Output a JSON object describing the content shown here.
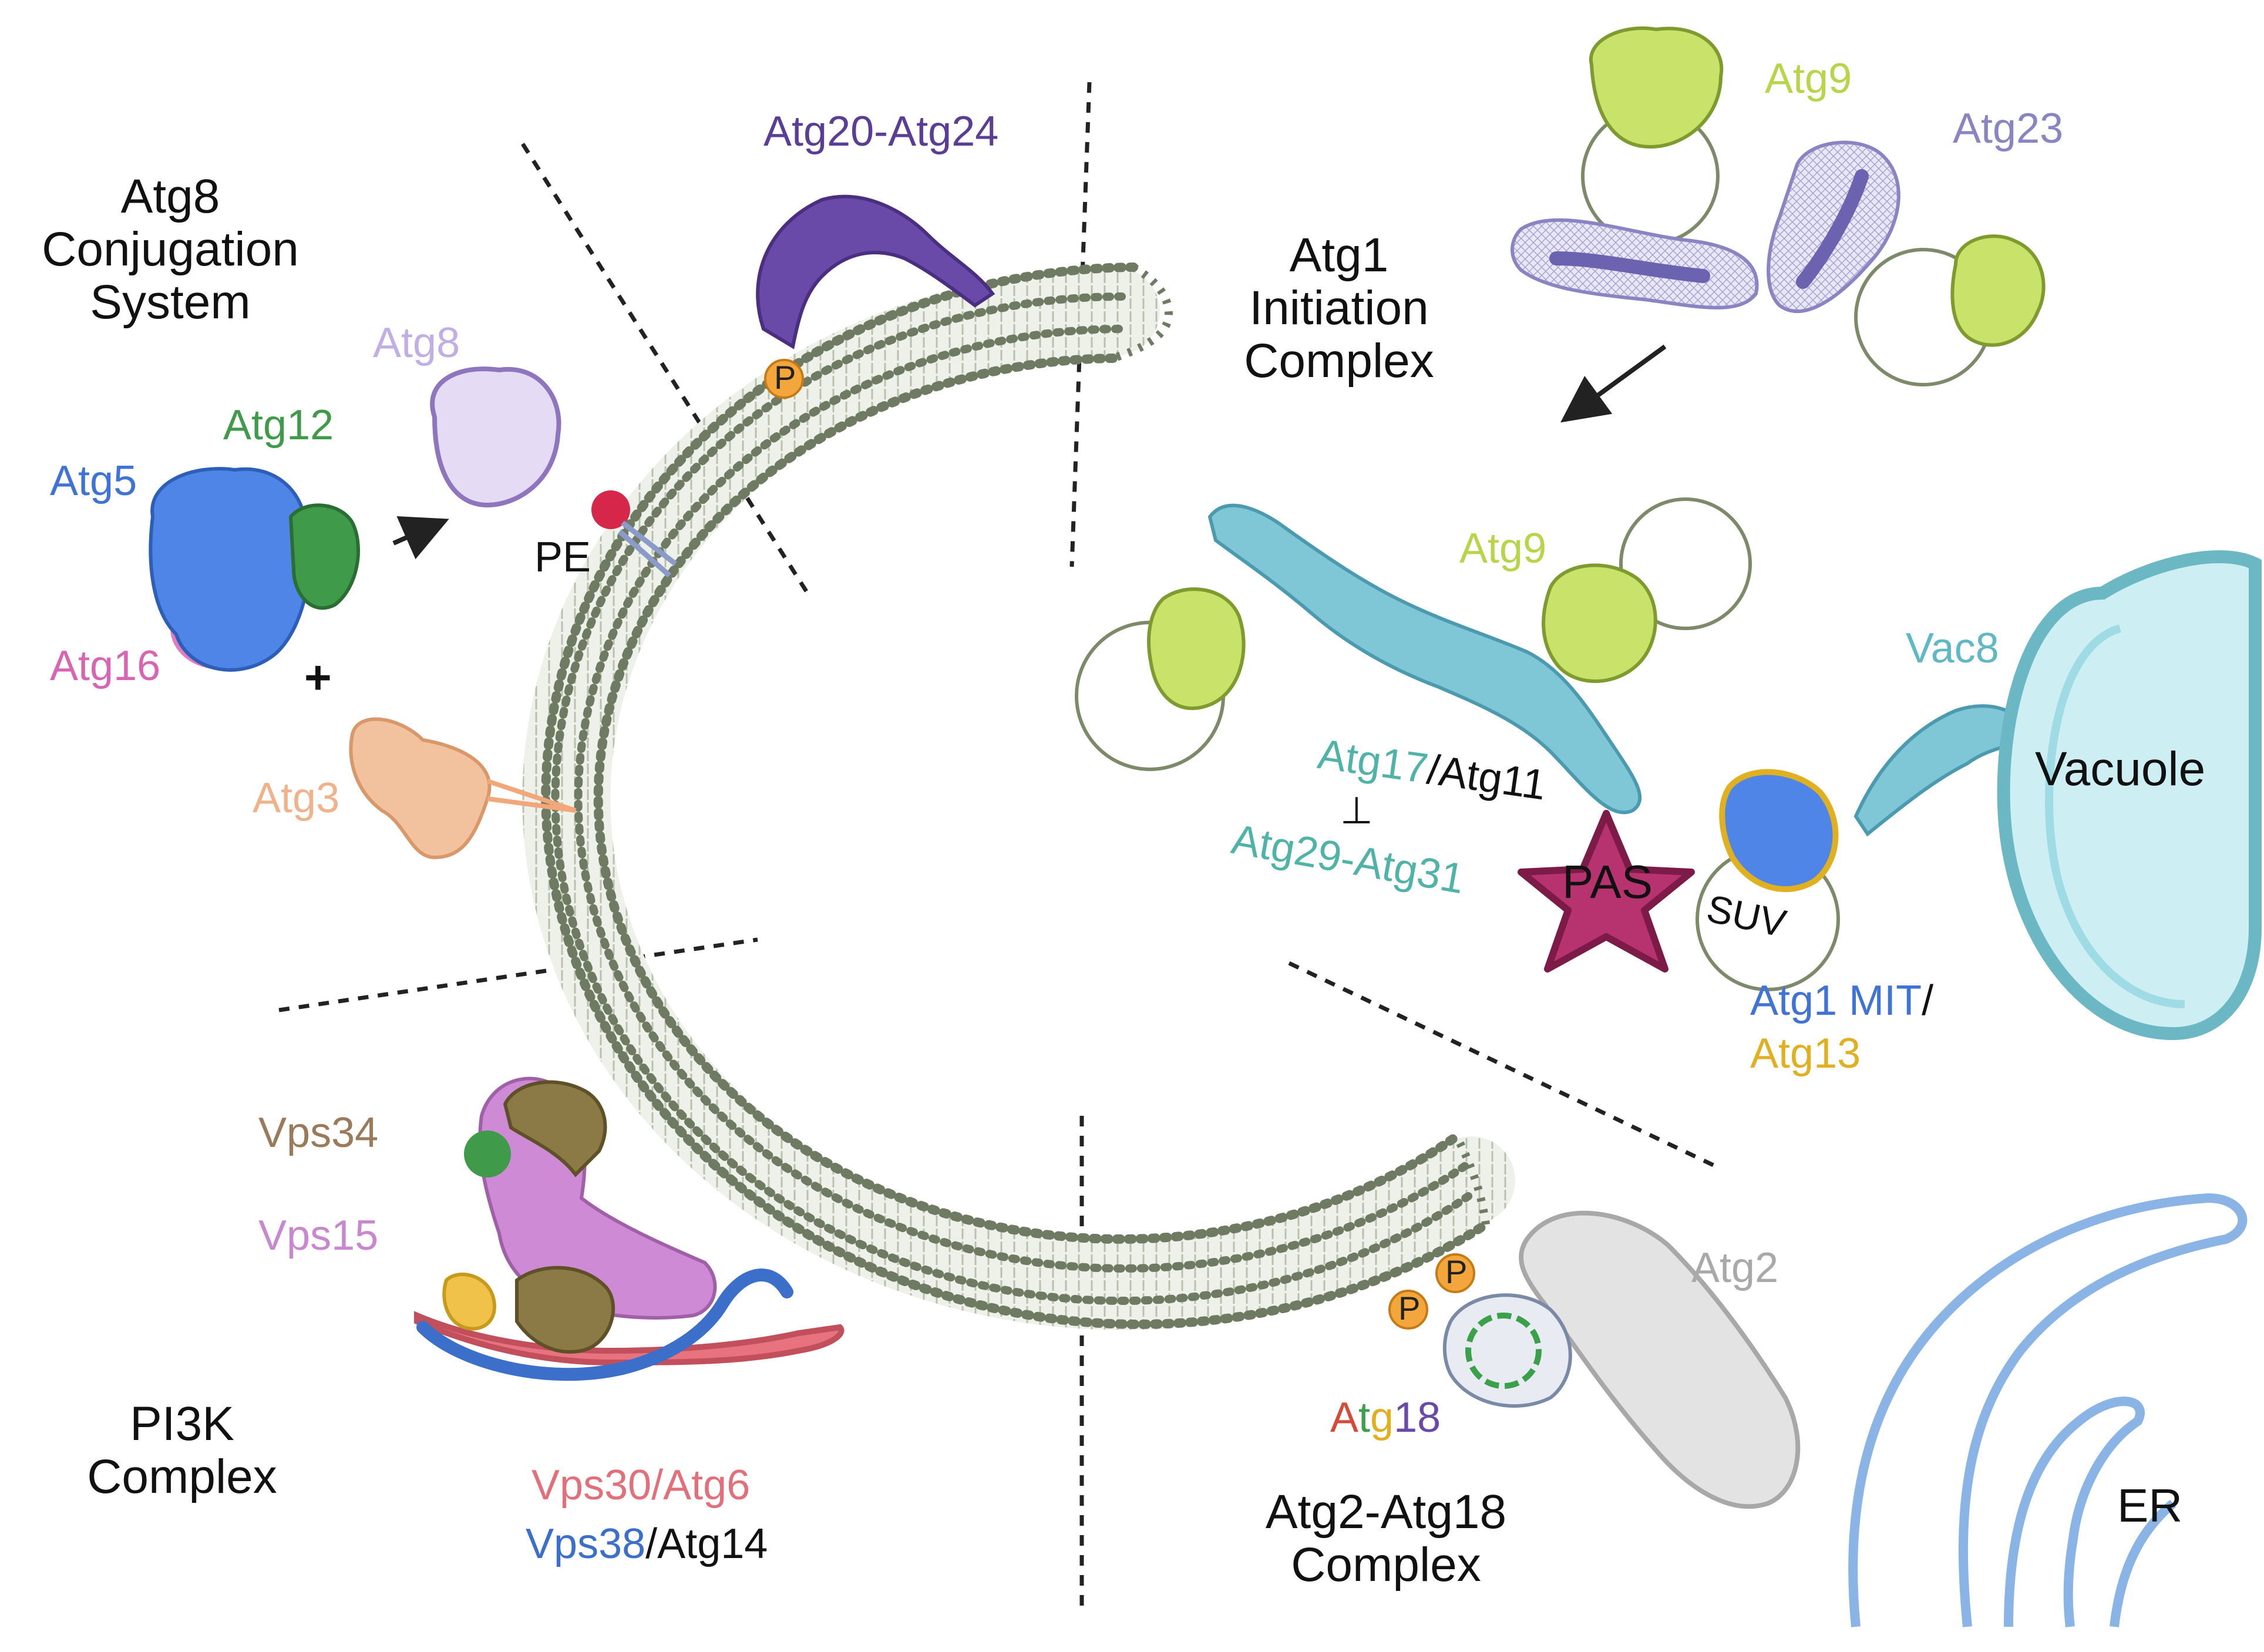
{
  "sections": {
    "atg8": {
      "title_lines": [
        "Atg8",
        "Conjugation",
        "System"
      ]
    },
    "atg1": {
      "title_lines": [
        "Atg1",
        "Initiation",
        "Complex"
      ]
    },
    "pi3k": {
      "title_lines": [
        "PI3K",
        "Complex"
      ]
    },
    "atg2_18": {
      "title_lines": [
        "Atg2-Atg18",
        "Complex"
      ]
    }
  },
  "labels": {
    "atg20_24": "Atg20-Atg24",
    "atg8": "Atg8",
    "atg12": "Atg12",
    "atg5": "Atg5",
    "atg16": "Atg16",
    "atg3": "Atg3",
    "pe": "PE",
    "plus": "+",
    "phospho": "P",
    "atg9_top": "Atg9",
    "atg23": "Atg23",
    "atg9_mid": "Atg9",
    "vac8": "Vac8",
    "vacuole": "Vacuole",
    "atg17": "Atg17",
    "slash": "/",
    "atg11": "Atg11",
    "inhibit": "⊥",
    "atg29_31": "Atg29-Atg31",
    "pas": "PAS",
    "suv": "SUV",
    "atg1_mit": "Atg1 MIT",
    "atg13": "Atg13",
    "vps34": "Vps34",
    "vps15": "Vps15",
    "vps30_atg6": "Vps30/Atg6",
    "vps38": "Vps38",
    "atg14": "Atg14",
    "atg2": "Atg2",
    "atg18_letters": [
      "A",
      "t",
      "g",
      "1",
      "8"
    ],
    "er": "ER"
  },
  "colors": {
    "membrane": "#6f7a62",
    "membrane_fill": "#e3e8dc",
    "atg9": "#c9e36a",
    "atg23": "#8b84c2",
    "atg17": "#7fc6d6",
    "atg5": "#4f85e6",
    "atg12": "#3f9a4a",
    "atg16": "#e07cc0",
    "atg3": "#f2c29e",
    "atg8": "#cdb8e8",
    "atg20_24": "#6a4aa8",
    "vps34": "#8c7a46",
    "vps15": "#cf8ad6",
    "vps30": "#e8737f",
    "vps38": "#3b6fc9",
    "atg2": "#cfcfcf",
    "pas": "#b7336f",
    "vacuole": "#7ec9d2",
    "er": "#8ab4e6",
    "phospho": "#f3a63c",
    "pe_head": "#d6264a",
    "label_atg18": [
      "#d64a3a",
      "#3aa04a",
      "#e0b020",
      "#6a4aa8",
      "#6a4aa8"
    ]
  }
}
